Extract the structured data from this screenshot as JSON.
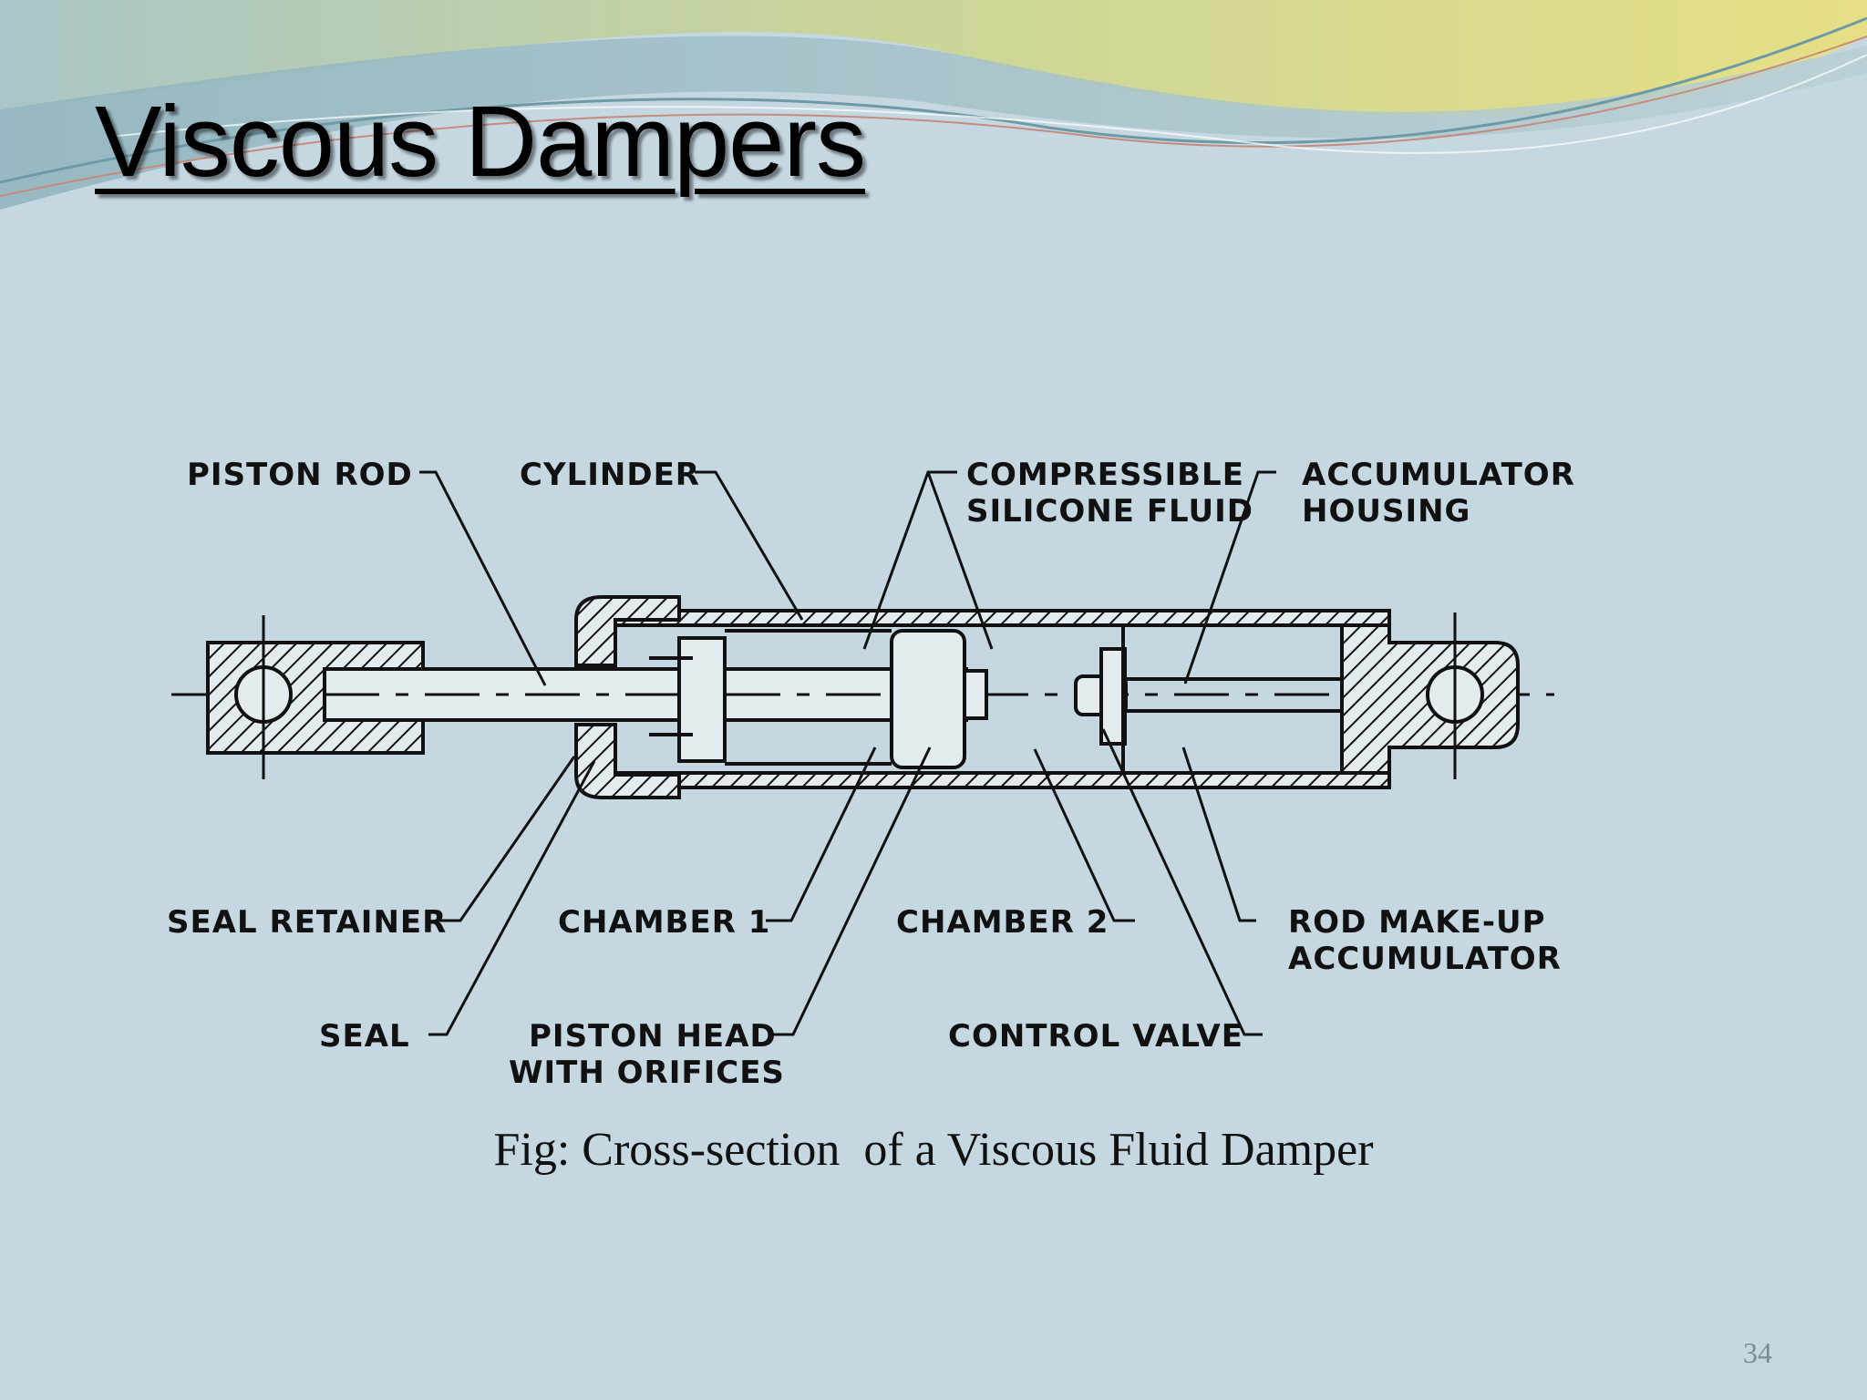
{
  "slide": {
    "title": "Viscous Dampers",
    "caption": "Fig: Cross-section  of a Viscous Fluid Damper",
    "page_number": "34"
  },
  "diagram": {
    "labels": {
      "piston_rod": "PISTON  ROD",
      "cylinder": "CYLINDER",
      "compressible_line1": "COMPRESSIBLE",
      "compressible_line2": "SILICONE  FLUID",
      "accumulator_housing_line1": "ACCUMULATOR",
      "accumulator_housing_line2": "HOUSING",
      "seal_retainer": "SEAL  RETAINER",
      "chamber_1": "CHAMBER  1",
      "chamber_2": "CHAMBER  2",
      "rod_makeup_line1": "ROD  MAKE-UP",
      "rod_makeup_line2": "ACCUMULATOR",
      "seal": "SEAL",
      "piston_head_line1": "PISTON  HEAD",
      "piston_head_line2": "WITH  ORIFICES",
      "control_valve": "CONTROL  VALVE"
    }
  },
  "colors": {
    "background": "#c5d8e2",
    "wave_yellow": "#e4df8e",
    "wave_teal": "#9fbcc4",
    "ink": "#111111"
  }
}
